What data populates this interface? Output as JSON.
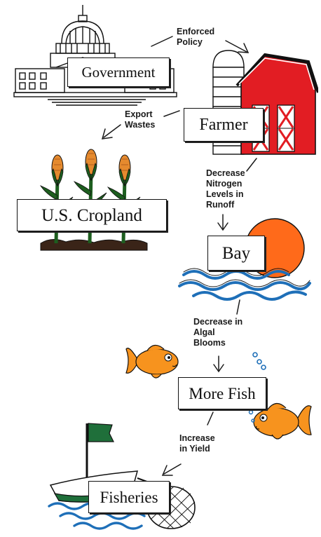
{
  "nodes": {
    "government": "Government",
    "farmer": "Farmer",
    "cropland": "U.S. Cropland",
    "bay": "Bay",
    "more_fish": "More Fish",
    "fisheries": "Fisheries"
  },
  "edges": {
    "enforced_policy": "Enforced\nPolicy",
    "export_wastes": "Export\nWastes",
    "decrease_nitrogen": "Decrease\nNitrogen\nLevels in\nRunoff",
    "decrease_algal": "Decrease in\nAlgal\nBlooms",
    "increase_yield": "Increase\nin Yield"
  },
  "colors": {
    "barn_red": "#e21d23",
    "sun_orange": "#ff6a1a",
    "fish_orange": "#f7931e",
    "corn_green": "#1d5e1f",
    "corn_orange": "#e58a2e",
    "water_blue": "#1e6fb8",
    "boat_green": "#1f6f3a",
    "soil": "#3a2418"
  }
}
